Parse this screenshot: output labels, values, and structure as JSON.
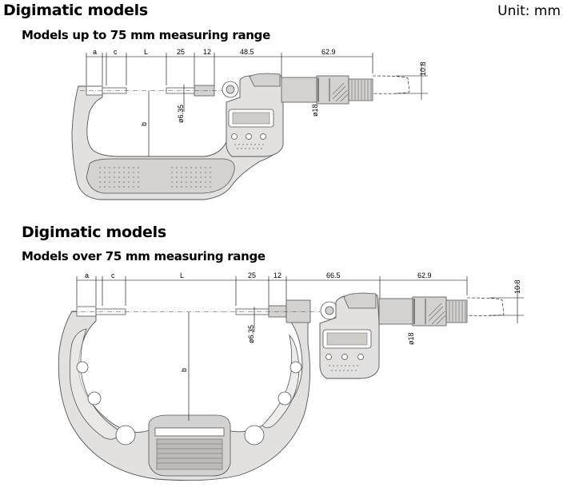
{
  "unit_label": "Unit: mm",
  "section1": {
    "title": "Digimatic models",
    "subtitle": "Models up to 75 mm measuring range",
    "dims": {
      "a": "a",
      "c": "c",
      "L": "L",
      "d25": "25",
      "d12": "12",
      "d48_5": "48.5",
      "d62_9": "62.9",
      "d10_8": "10.8",
      "phi6_35": "ø6.35",
      "phi18": "ø18",
      "b": "b"
    }
  },
  "section2": {
    "title": "Digimatic models",
    "subtitle": "Models over 75 mm measuring range",
    "dims": {
      "a": "a",
      "c": "c",
      "L": "L",
      "d25": "25",
      "d12": "12",
      "d66_5": "66.5",
      "d62_9": "62.9",
      "d10_8": "10.8",
      "phi6_35": "ø6.35",
      "phi18": "ø18",
      "b": "b"
    }
  }
}
